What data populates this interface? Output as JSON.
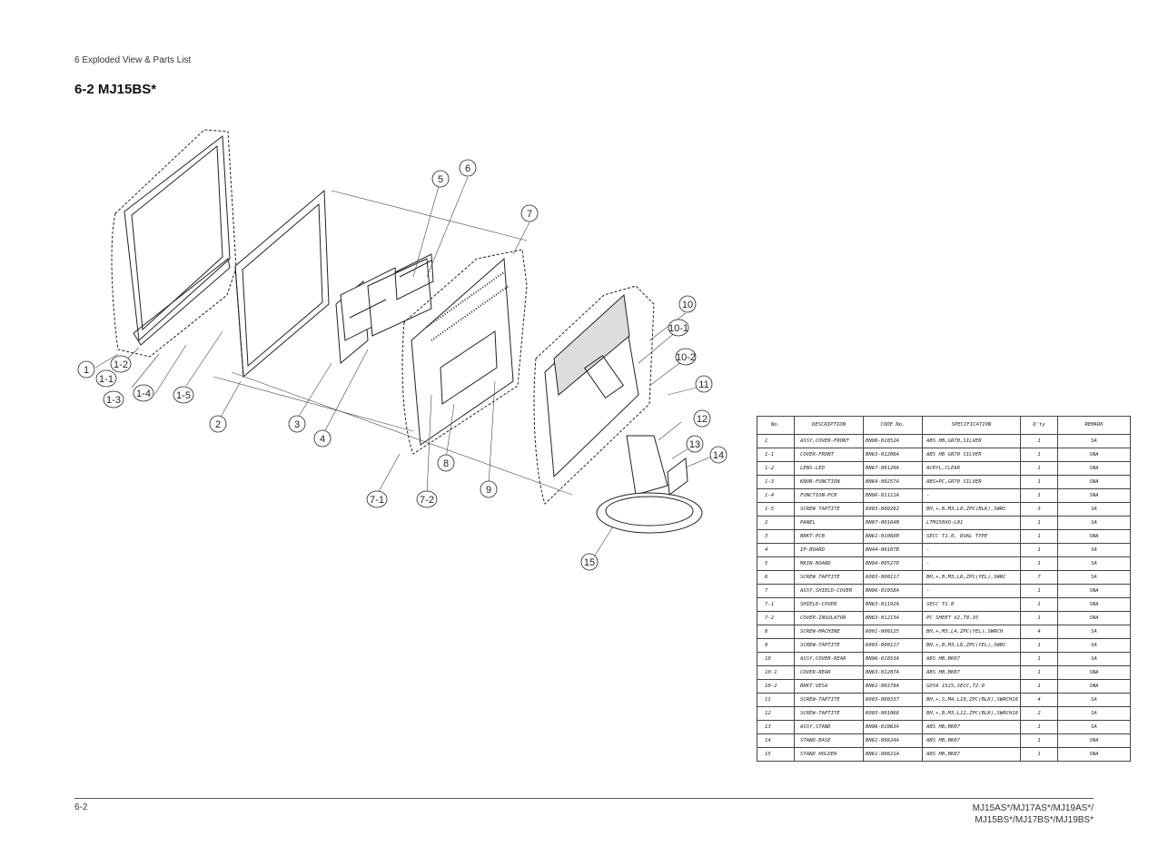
{
  "header": {
    "section": "6 Exploded View & Parts List",
    "title": "6-2 MJ15BS*"
  },
  "callouts": [
    "1",
    "1-1",
    "1-2",
    "1-3",
    "1-4",
    "1-5",
    "2",
    "3",
    "4",
    "5",
    "6",
    "7",
    "7-1",
    "7-2",
    "8",
    "9",
    "10",
    "10-1",
    "10-2",
    "11",
    "12",
    "13",
    "14",
    "15"
  ],
  "parts_table": {
    "headers": [
      "No.",
      "DESCRIPTION",
      "CODE No.",
      "SPECIFICATION",
      "Q'ty",
      "REMARK"
    ],
    "rows": [
      {
        "no": "1",
        "desc": "ASSY,COVER-FRONT",
        "code": "BN96-01052A",
        "spec": "ABS HB,GR70,SILVER",
        "qty": "1",
        "remark": "SA"
      },
      {
        "no": "1-1",
        "desc": "COVER-FRONT",
        "code": "BN63-01206A",
        "spec": "ABS HB GR70 SILVER",
        "qty": "1",
        "remark": "SNA"
      },
      {
        "no": "1-2",
        "desc": "LENS-LED",
        "code": "BN67-00120A",
        "spec": "ACRYL,CLEAR",
        "qty": "1",
        "remark": "SNA"
      },
      {
        "no": "1-3",
        "desc": "KNOB-FUNCTION",
        "code": "BN64-00257A",
        "spec": "ABS+PC,GR70 SILVER",
        "qty": "1",
        "remark": "SNA"
      },
      {
        "no": "1-4",
        "desc": "FUNCTION-PCB",
        "code": "BN96-01111A",
        "spec": "-",
        "qty": "1",
        "remark": "SNA"
      },
      {
        "no": "1-5",
        "desc": "SCREW TAPTITE",
        "code": "6003-000282",
        "spec": "BH,+,B,M3,L8,ZPC(BLK),SWRC",
        "qty": "3",
        "remark": "SA"
      },
      {
        "no": "2",
        "desc": "PANEL",
        "code": "BN07-00164B",
        "spec": "LTM150XO-L01",
        "qty": "1",
        "remark": "SA"
      },
      {
        "no": "3",
        "desc": "BRKT-PCB",
        "code": "BN61-01068B",
        "spec": "SECC T1.0, DUAL TYPE",
        "qty": "1",
        "remark": "SNA"
      },
      {
        "no": "4",
        "desc": "IP-BOARD",
        "code": "BN44-00107B",
        "spec": "-",
        "qty": "1",
        "remark": "SA"
      },
      {
        "no": "5",
        "desc": "MAIN-BOARD",
        "code": "BN94-00527D",
        "spec": "-",
        "qty": "1",
        "remark": "SA"
      },
      {
        "no": "6",
        "desc": "SCREW TAPTITE",
        "code": "6003-000117",
        "spec": "BH,+,B,M3,L6,ZPC(YEL),SWRC",
        "qty": "7",
        "remark": "SA"
      },
      {
        "no": "7",
        "desc": "ASSY,SHIELD-COVER",
        "code": "BN96-01058A",
        "spec": "-",
        "qty": "1",
        "remark": "SNA"
      },
      {
        "no": "7-1",
        "desc": "SHIELD-COVER",
        "code": "BN63-01192A",
        "spec": "SECC T1.0",
        "qty": "1",
        "remark": "SNA"
      },
      {
        "no": "7-2",
        "desc": "COVER-INSULATOR",
        "code": "BN63-01213A",
        "spec": "PC SHEET V2,T0.35",
        "qty": "1",
        "remark": "SNA"
      },
      {
        "no": "8",
        "desc": "SCREW-MACHINE",
        "code": "6001-000125",
        "spec": "BH,+,M3,L4,ZPC(YEL),SWRCH",
        "qty": "4",
        "remark": "SA"
      },
      {
        "no": "9",
        "desc": "SCREW-TAPTITE",
        "code": "6003-000117",
        "spec": "BH,+,B,M3,L6,ZPC(YEL),SWRC",
        "qty": "1",
        "remark": "SA"
      },
      {
        "no": "10",
        "desc": "ASSY,COVER-REAR",
        "code": "BN96-01053A",
        "spec": "ABS HB,BK07",
        "qty": "1",
        "remark": "SA"
      },
      {
        "no": "10-1",
        "desc": "COVER-REAR",
        "code": "BN63-01207A",
        "spec": "ABS HB,BK07",
        "qty": "1",
        "remark": "SNA"
      },
      {
        "no": "10-2",
        "desc": "BRKT-VESA",
        "code": "BN61-00379A",
        "spec": "GOYA 152S,SECC,T2.0",
        "qty": "1",
        "remark": "SNA"
      },
      {
        "no": "11",
        "desc": "SCREW-TAPTITE",
        "code": "6003-000337",
        "spec": "BH,+,S,M4,L10,ZPC(BLK),SWRCH18",
        "qty": "4",
        "remark": "SA"
      },
      {
        "no": "12",
        "desc": "SCREW-TAPTITE",
        "code": "6003-001066",
        "spec": "BH,+,B,M3,L12,ZPC(BLK),SWRCH18",
        "qty": "2",
        "remark": "SA"
      },
      {
        "no": "13",
        "desc": "ASSY,STAND",
        "code": "BN96-01063A",
        "spec": "ABS HB,BK07",
        "qty": "1",
        "remark": "SA"
      },
      {
        "no": "14",
        "desc": "STAND-BASE",
        "code": "BN61-00824A",
        "spec": "ABS HB,BK07",
        "qty": "1",
        "remark": "SNA"
      },
      {
        "no": "15",
        "desc": "STAND HOLDER",
        "code": "BN61-00821A",
        "spec": "ABS HB,BK07",
        "qty": "1",
        "remark": "SNA"
      }
    ]
  },
  "footer": {
    "page": "6-2",
    "models_line1": "MJ15AS*/MJ17AS*/MJ19AS*/",
    "models_line2": "MJ15BS*/MJ17BS*/MJ19BS*"
  }
}
